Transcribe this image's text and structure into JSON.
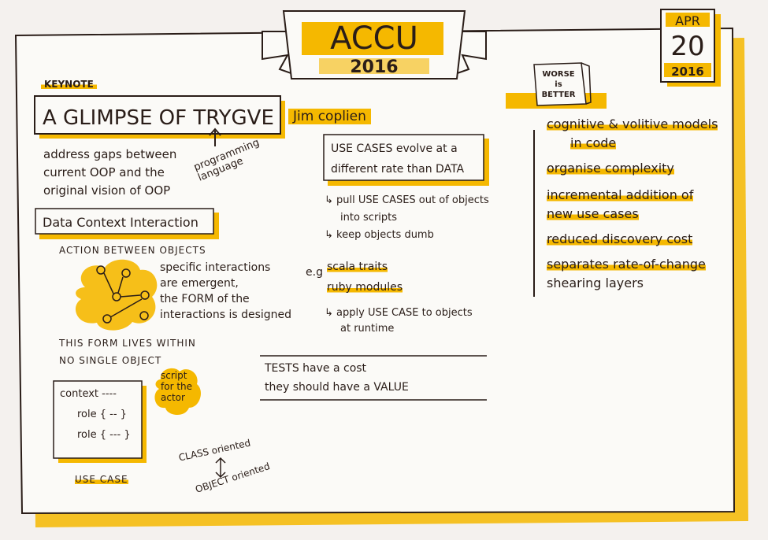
{
  "banner": {
    "title": "ACCU",
    "year": "2016"
  },
  "date": {
    "month": "APR",
    "day": "20",
    "year": "2016"
  },
  "keynote_label": "KEYNOTE",
  "talk_title": "A GLIMPSE OF TRYGVE",
  "speaker": "Jim coplien",
  "programming_language_note": "programming language",
  "left": {
    "intro": [
      "address gaps between",
      "current OOP and the",
      "original vision of OOP"
    ],
    "dci_box": "Data Context Interaction",
    "action_between": "ACTION BETWEEN OBJECTS",
    "interactions": [
      "specific interactions",
      "are emergent,",
      "the FORM of the",
      "interactions is designed"
    ],
    "form_lives": [
      "THIS FORM LIVES WITHIN",
      "NO SINGLE OBJECT"
    ],
    "context_lines": [
      "context ----",
      "role { -- }",
      "role { --- }"
    ],
    "script_note": [
      "script",
      "for the",
      "actor"
    ],
    "use_case": "USE CASE",
    "class_oriented": "CLASS oriented",
    "object_oriented": "OBJECT oriented"
  },
  "middle": {
    "box": [
      "USE CASES evolve at a",
      "different rate than DATA"
    ],
    "bullets": [
      "pull USE CASES out of objects",
      "into scripts",
      "keep objects dumb"
    ],
    "eg": "e.g",
    "examples": [
      "scala traits",
      "ruby modules"
    ],
    "apply": [
      "apply USE CASE to objects",
      "at runtime"
    ],
    "tests": [
      "TESTS have a cost",
      "they should have a VALUE"
    ]
  },
  "right": {
    "book": [
      "WORSE",
      "is",
      "BETTER"
    ],
    "items": [
      [
        "cognitive & volitive models",
        "in code"
      ],
      [
        "organise complexity"
      ],
      [
        "incremental addition of",
        "new use cases"
      ],
      [
        "reduced discovery cost"
      ],
      [
        "separates rate-of-change",
        "shearing layers"
      ]
    ]
  },
  "colors": {
    "accent": "#f5b800",
    "ink": "#2a1d18",
    "paper": "#f4f1ee"
  }
}
